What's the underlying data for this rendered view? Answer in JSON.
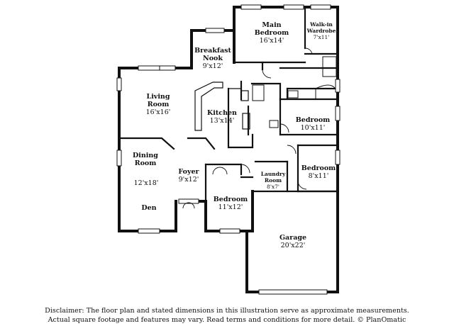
{
  "rooms": {
    "main_bedroom": {
      "name_line1": "Main",
      "name_line2": "Bedroom",
      "dim": "16'x14'"
    },
    "walk_in": {
      "name_line1": "Walk-in",
      "name_line2": "Wardrobe",
      "dim": "7'x11'"
    },
    "breakfast_nook": {
      "name_line1": "Breakfast",
      "name_line2": "Nook",
      "dim": "9'x12'"
    },
    "living_room": {
      "name_line1": "Living",
      "name_line2": "Room",
      "dim": "16'x16'"
    },
    "kitchen": {
      "name": "Kitchen",
      "dim": "13'x14'"
    },
    "bedroom_1": {
      "name": "Bedroom",
      "dim": "10'x11'"
    },
    "bedroom_2": {
      "name": "Bedroom",
      "dim": "8'x11'"
    },
    "dining_room": {
      "name_line1": "Dining",
      "name_line2": "Room",
      "dim": "12'x18'"
    },
    "foyer": {
      "name": "Foyer",
      "dim": "9'x12'"
    },
    "laundry": {
      "name_line1": "Laundry",
      "name_line2": "Room",
      "dim": "8'x7'"
    },
    "bedroom_3": {
      "name": "Bedroom",
      "dim": "11'x12'"
    },
    "den": {
      "name": "Den"
    },
    "garage": {
      "name": "Garage",
      "dim": "20'x22'"
    }
  },
  "disclaimer": {
    "line1": "Disclaimer: The floor plan and stated dimensions in this illustration serve as approximate measurements.",
    "line2": "Actual square footage and features may vary. Read terms and conditions for more detail. © PlanOmatic"
  }
}
